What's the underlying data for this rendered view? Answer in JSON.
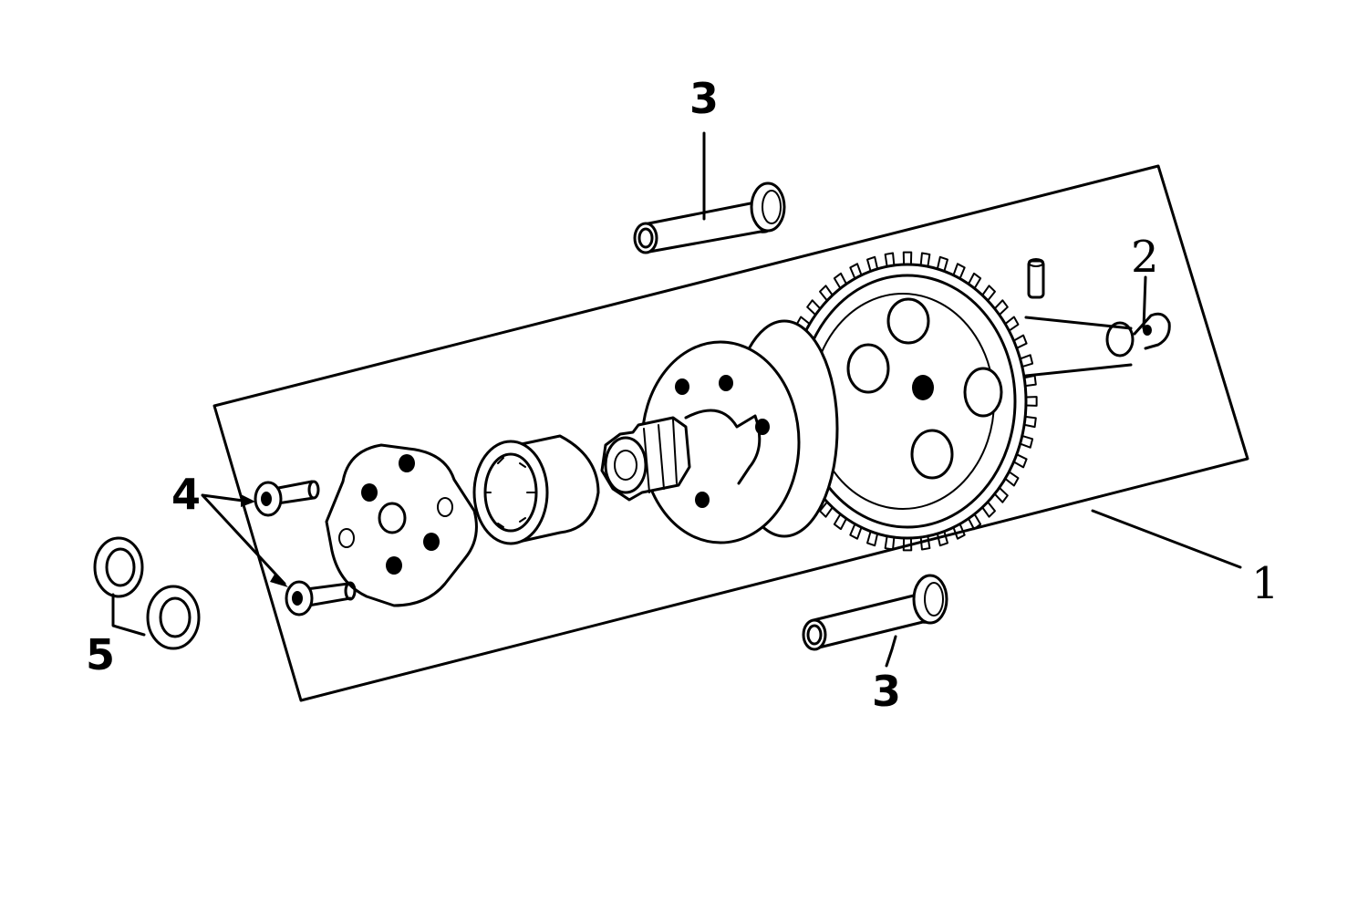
{
  "diagram": {
    "callouts": {
      "oil_pump_assembly": "1",
      "pin": "2",
      "bolt_top": "3",
      "bolt_bottom": "3",
      "screws": "4",
      "washers": "5"
    }
  }
}
